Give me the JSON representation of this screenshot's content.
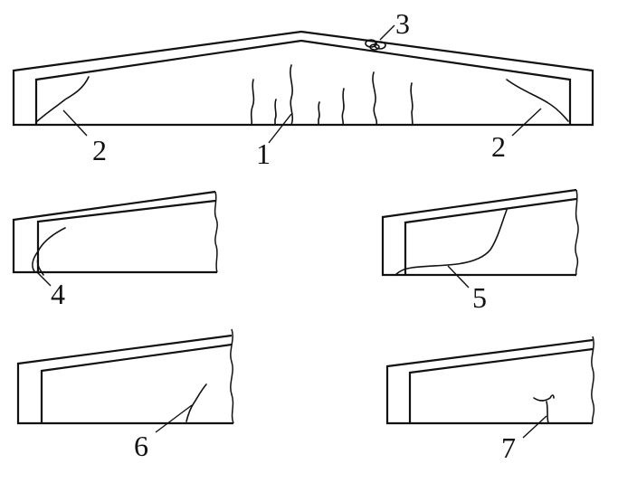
{
  "figure": {
    "colors": {
      "ink": "#111111",
      "background": "#ffffff"
    },
    "labels": {
      "crack_1": "1",
      "crack_2_left": "2",
      "crack_2_right": "2",
      "crack_3": "3",
      "crack_4": "4",
      "crack_5": "5",
      "crack_6": "6",
      "crack_7": "7"
    }
  }
}
